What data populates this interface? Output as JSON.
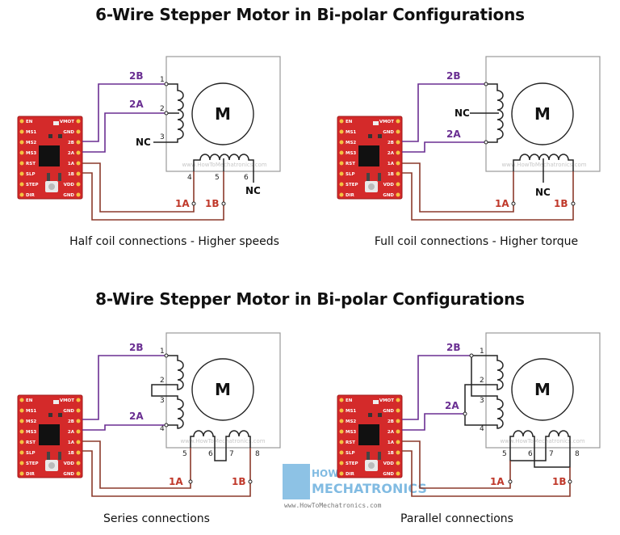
{
  "titles": {
    "six_wire": "6-Wire Stepper Motor in Bi-polar Configurations",
    "eight_wire": "8-Wire Stepper Motor in Bi-polar Configurations"
  },
  "captions": {
    "half_coil": "Half coil connections - Higher speeds",
    "full_coil": "Full coil connections - Higher torque",
    "series": "Series connections",
    "parallel": "Parallel connections"
  },
  "driver_pins": {
    "left": [
      "EN",
      "MS1",
      "MS2",
      "MS3",
      "RST",
      "SLP",
      "STEP",
      "DIR"
    ],
    "right": [
      "VMOT",
      "GND",
      "2B",
      "2A",
      "1A",
      "1B",
      "VDD",
      "GND"
    ]
  },
  "motor_label": "M",
  "wire_labels": {
    "a1": "1A",
    "b1": "1B",
    "a2": "2A",
    "b2": "2B",
    "nc": "NC"
  },
  "pin_numbers": [
    "1",
    "2",
    "3",
    "4",
    "5",
    "6",
    "7",
    "8"
  ],
  "watermark": {
    "site": "www.HowToMechatronics.com",
    "logo_top": "HOW TO",
    "logo_bottom": "MECHATRONICS"
  },
  "colors": {
    "purple_wire": "#6a2f92",
    "brown_wire": "#8b3a2b",
    "driver_board": "#d42a2a",
    "label_red": "#c0392b",
    "label_purple": "#6a2f92",
    "logo_blue": "#2f8fd0"
  }
}
